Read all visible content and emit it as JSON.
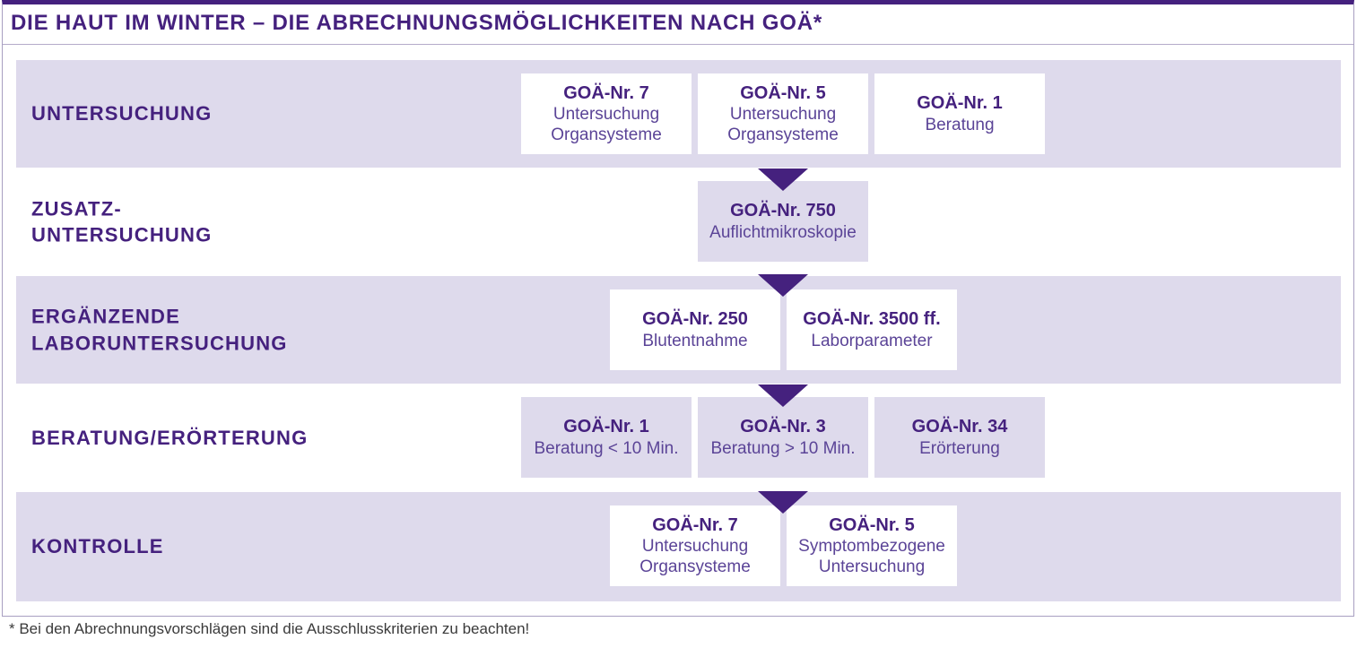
{
  "title": "DIE HAUT IM WINTER – DIE ABRECHNUNGSMÖGLICHKEITEN NACH GOÄ*",
  "footnote": "* Bei den Abrechnungsvorschlägen sind die Ausschlusskriterien zu beachten!",
  "colors": {
    "accent_dark_purple": "#45217e",
    "band_light_purple": "#dedaec",
    "body_text_purple": "#5b4497",
    "frame_border": "#a89fc1",
    "footnote_gray": "#3a3a3a"
  },
  "rows": [
    {
      "label": "UNTERSUCHUNG",
      "boxes": [
        {
          "number": "GOÄ-Nr. 7",
          "description": "Untersuchung\nOrgansysteme"
        },
        {
          "number": "GOÄ-Nr. 5",
          "description": "Untersuchung\nOrgansysteme"
        },
        {
          "number": "GOÄ-Nr. 1",
          "description": "Beratung"
        }
      ]
    },
    {
      "label": "ZUSATZ-\nUNTERSUCHUNG",
      "boxes": [
        {
          "number": "GOÄ-Nr. 750",
          "description": "Auflichtmikroskopie"
        }
      ]
    },
    {
      "label": "ERGÄNZENDE\nLABORUNTERSUCHUNG",
      "boxes": [
        {
          "number": "GOÄ-Nr. 250",
          "description": "Blutentnahme"
        },
        {
          "number": "GOÄ-Nr. 3500 ff.",
          "description": "Laborparameter"
        }
      ]
    },
    {
      "label": "BERATUNG/ERÖRTERUNG",
      "boxes": [
        {
          "number": "GOÄ-Nr. 1",
          "description": "Beratung < 10 Min."
        },
        {
          "number": "GOÄ-Nr. 3",
          "description": "Beratung > 10 Min."
        },
        {
          "number": "GOÄ-Nr. 34",
          "description": "Erörterung"
        }
      ]
    },
    {
      "label": "KONTROLLE",
      "boxes": [
        {
          "number": "GOÄ-Nr. 7",
          "description": "Untersuchung\nOrgansysteme"
        },
        {
          "number": "GOÄ-Nr. 5",
          "description": "Symptombezogene\nUntersuchung"
        }
      ]
    }
  ]
}
